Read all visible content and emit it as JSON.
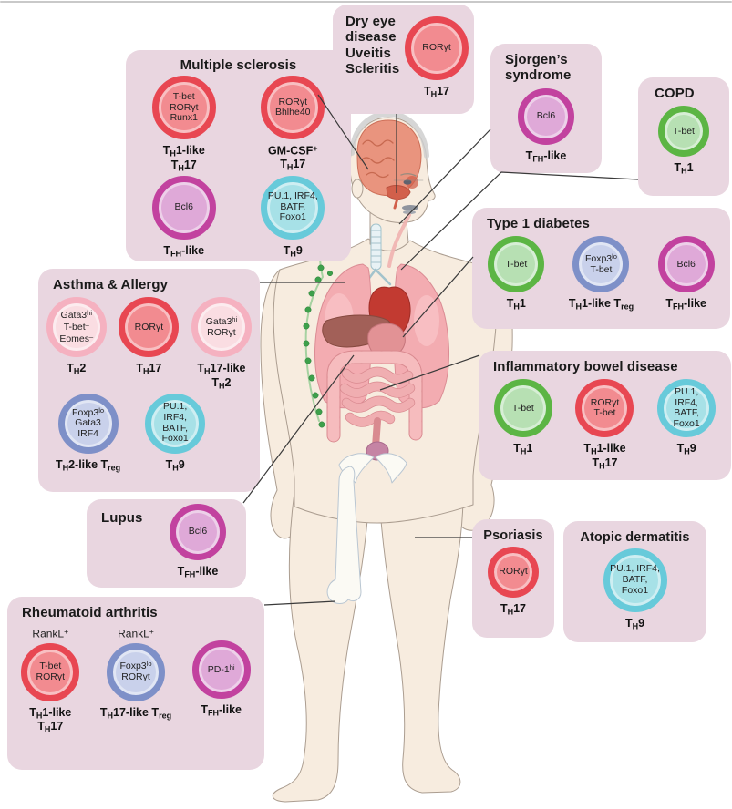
{
  "colors": {
    "panel_bg": "#e9d6e0",
    "connector": "#3a3a3a",
    "text": "#1a1a1a",
    "ring": {
      "red": "#e84752",
      "pink": "#f5b1c0",
      "magenta": "#c2429f",
      "cyan": "#67cada",
      "green": "#5cb544",
      "lavender": "#7e90c8"
    },
    "fill": {
      "red": "#f28b90",
      "pink": "#fadde2",
      "magenta": "#dfa9d8",
      "cyan": "#a7e1e7",
      "green": "#b7e0b3",
      "lavender": "#c9d1eb"
    }
  },
  "panels": [
    {
      "name": "multiple-sclerosis",
      "title": "Multiple sclerosis",
      "cells": [
        {
          "type": "red",
          "text": "T-bet\nRORγt\nRunx1",
          "label": "T_H_1-like\nT_H_17"
        },
        {
          "type": "red",
          "text": "RORγt\nBhlhe40",
          "label": "GM-CSF^+^\nT_H_17"
        },
        {
          "type": "magenta",
          "text": "Bcl6",
          "label": "T_FH_-like"
        },
        {
          "type": "cyan",
          "text": "PU.1, IRF4,\nBATF, Foxo1",
          "label": "T_H_9"
        }
      ]
    },
    {
      "name": "dry-eye-uveitis-scleritis",
      "title": "Dry eye disease\nUveitis\nScleritis",
      "cells": [
        {
          "type": "red",
          "text": "RORγt",
          "label": "T_H_17"
        }
      ]
    },
    {
      "name": "sjorgens-syndrome",
      "title": "Sjorgen’s\nsyndrome",
      "cells": [
        {
          "type": "magenta",
          "text": "Bcl6",
          "label": "T_FH_-like"
        }
      ]
    },
    {
      "name": "copd",
      "title": "COPD",
      "cells": [
        {
          "type": "green",
          "text": "T-bet",
          "label": "T_H_1"
        }
      ]
    },
    {
      "name": "type-1-diabetes",
      "title": "Type 1 diabetes",
      "cells": [
        {
          "type": "green",
          "text": "T-bet",
          "label": "T_H_1"
        },
        {
          "type": "lavender",
          "text": "Foxp3^lo^\nT-bet",
          "label": "T_H_1-like T_reg_"
        },
        {
          "type": "magenta",
          "text": "Bcl6",
          "label": "T_FH_-like"
        }
      ]
    },
    {
      "name": "inflammatory-bowel-disease",
      "title": "Inflammatory bowel disease",
      "cells": [
        {
          "type": "green",
          "text": "T-bet",
          "label": "T_H_1"
        },
        {
          "type": "red",
          "text": "RORγt\nT-bet",
          "label": "T_H_1-like\nT_H_17"
        },
        {
          "type": "cyan",
          "text": "PU.1, IRF4,\nBATF, Foxo1",
          "label": "T_H_9"
        }
      ]
    },
    {
      "name": "asthma-allergy",
      "title": "Asthma & Allergy",
      "cells": [
        {
          "type": "pink",
          "text": "Gata3^hi^\nT-bet^–^\nEomes^–^",
          "label": "T_H_2"
        },
        {
          "type": "red",
          "text": "RORγt",
          "label": "T_H_17"
        },
        {
          "type": "pink",
          "text": "Gata3^hi^\nRORγt",
          "label": "T_H_17-like\nT_H_2"
        },
        {
          "type": "lavender",
          "text": "Foxp3^lo^\nGata3\nIRF4",
          "label": "T_H_2-like T_reg_"
        },
        {
          "type": "cyan",
          "text": "PU.1, IRF4,\nBATF, Foxo1",
          "label": "T_H_9"
        }
      ]
    },
    {
      "name": "lupus",
      "title": "Lupus",
      "cells": [
        {
          "type": "magenta",
          "text": "Bcl6",
          "label": "T_FH_-like"
        }
      ]
    },
    {
      "name": "rheumatoid-arthritis",
      "title": "Rheumatoid arthritis",
      "cells": [
        {
          "type": "red",
          "top": "RankL^+^",
          "text": "T-bet\nRORγt",
          "label": "T_H_1-like\nT_H_17"
        },
        {
          "type": "lavender",
          "top": "RankL^+^",
          "text": "Foxp3^lo^\nRORγt",
          "label": "T_H_17-like T_reg_"
        },
        {
          "type": "magenta",
          "top": "",
          "text": "PD-1^hi^",
          "label": "T_FH_-like"
        }
      ]
    },
    {
      "name": "psoriasis",
      "title": "Psoriasis",
      "cells": [
        {
          "type": "red",
          "text": "RORγt",
          "label": "T_H_17"
        }
      ]
    },
    {
      "name": "atopic-dermatitis",
      "title": "Atopic dermatitis",
      "cells": [
        {
          "type": "cyan",
          "text": "PU.1, IRF4,\nBATF, Foxo1",
          "label": "T_H_9"
        }
      ]
    }
  ]
}
